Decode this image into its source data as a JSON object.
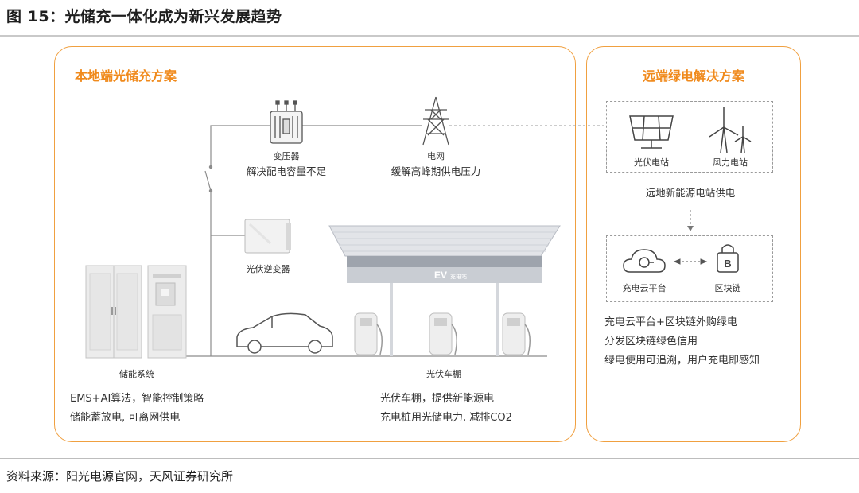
{
  "figure_title": "图 15：光储充一体化成为新兴发展趋势",
  "source": "资料来源：阳光电源官网，天风证券研究所",
  "local": {
    "title": "本地端光储充方案",
    "transformer": {
      "name": "变压器",
      "desc": "解决配电容量不足"
    },
    "grid": {
      "name": "电网",
      "desc": "缓解高峰期供电压力"
    },
    "inverter": {
      "name": "光伏逆变器"
    },
    "storage": {
      "name": "储能系统",
      "desc1": "EMS+AI算法，智能控制策略",
      "desc2": "储能蓄放电, 可离网供电"
    },
    "carport": {
      "name": "光伏车棚",
      "desc1": "光伏车棚，提供新能源电",
      "desc2": "充电桩用光储电力, 减排CO2",
      "sign": "EV",
      "sign_sub": "充电站"
    }
  },
  "remote": {
    "title": "远端绿电解决方案",
    "pv_station": "光伏电站",
    "wind_station": "风力电站",
    "remote_supply": "远地新能源电站供电",
    "cloud_platform": "充电云平台",
    "blockchain": "区块链",
    "blockchain_glyph": "B",
    "notes": [
      "充电云平台+区块链外购绿电",
      "分发区块链绿色信用",
      "绿电使用可追溯，用户充电即感知"
    ]
  },
  "colors": {
    "accent": "#f08a1c",
    "border": "#f0a040",
    "line": "#8c8c8c"
  }
}
